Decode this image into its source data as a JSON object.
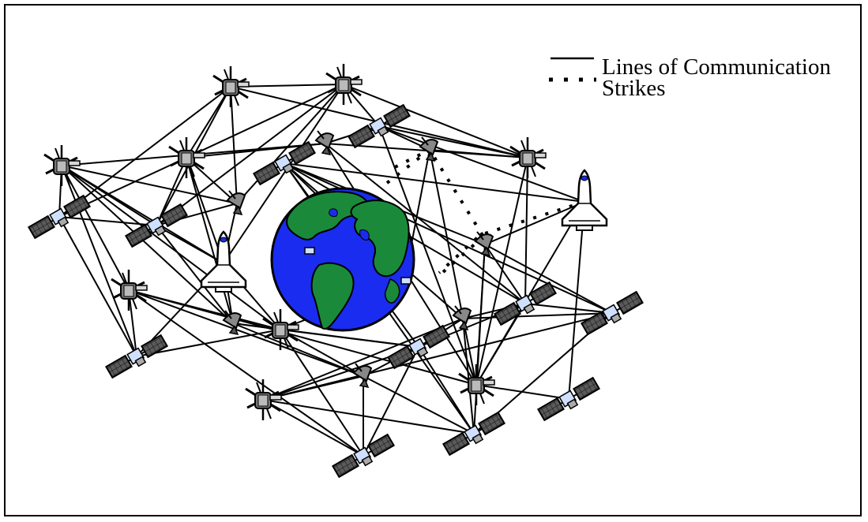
{
  "legend": {
    "communication_label": "Lines of Communication",
    "strikes_label": "Strikes"
  },
  "colors": {
    "ocean": "#1a2cf0",
    "land": "#1a8a3a",
    "line": "#000000",
    "panel": "#6a6a6a",
    "hull": "#cfe0ff"
  },
  "nodes": [
    {
      "id": "s1",
      "kind": "cluster-satellite"
    },
    {
      "id": "s2",
      "kind": "cluster-satellite"
    },
    {
      "id": "s3",
      "kind": "cluster-satellite"
    },
    {
      "id": "s4",
      "kind": "cluster-satellite"
    },
    {
      "id": "s5",
      "kind": "cluster-satellite"
    },
    {
      "id": "s6",
      "kind": "cluster-satellite"
    },
    {
      "id": "s7",
      "kind": "cluster-satellite"
    },
    {
      "id": "s8",
      "kind": "cluster-satellite"
    },
    {
      "id": "s9",
      "kind": "cluster-satellite"
    },
    {
      "id": "p1",
      "kind": "panel-satellite"
    },
    {
      "id": "p2",
      "kind": "panel-satellite"
    },
    {
      "id": "p3",
      "kind": "panel-satellite"
    },
    {
      "id": "p4",
      "kind": "panel-satellite"
    },
    {
      "id": "p5",
      "kind": "panel-satellite"
    },
    {
      "id": "p6",
      "kind": "panel-satellite"
    },
    {
      "id": "p7",
      "kind": "panel-satellite"
    },
    {
      "id": "p8",
      "kind": "panel-satellite"
    },
    {
      "id": "p9",
      "kind": "panel-satellite"
    },
    {
      "id": "p10",
      "kind": "panel-satellite"
    },
    {
      "id": "p11",
      "kind": "panel-satellite"
    },
    {
      "id": "d1",
      "kind": "dish"
    },
    {
      "id": "d2",
      "kind": "dish"
    },
    {
      "id": "d3",
      "kind": "dish"
    },
    {
      "id": "d4",
      "kind": "dish"
    },
    {
      "id": "d5",
      "kind": "dish"
    },
    {
      "id": "d6",
      "kind": "dish"
    },
    {
      "id": "d7",
      "kind": "dish"
    },
    {
      "id": "sh1",
      "kind": "shuttle"
    },
    {
      "id": "sh2",
      "kind": "shuttle"
    },
    {
      "id": "earth",
      "kind": "earth"
    }
  ],
  "links": [
    [
      "s1",
      "s2"
    ],
    [
      "s1",
      "s3"
    ],
    [
      "s1",
      "p1"
    ],
    [
      "s1",
      "s4"
    ],
    [
      "s1",
      "d1"
    ],
    [
      "s1",
      "p2"
    ],
    [
      "s2",
      "s3"
    ],
    [
      "s2",
      "s4"
    ],
    [
      "s2",
      "d1"
    ],
    [
      "s2",
      "p3"
    ],
    [
      "s2",
      "p2"
    ],
    [
      "s2",
      "sh1"
    ],
    [
      "s3",
      "p3"
    ],
    [
      "s3",
      "d2"
    ],
    [
      "s3",
      "s5"
    ],
    [
      "s3",
      "d3"
    ],
    [
      "s3",
      "p4"
    ],
    [
      "p3",
      "d2"
    ],
    [
      "p3",
      "s5"
    ],
    [
      "p3",
      "d3"
    ],
    [
      "p3",
      "sh2"
    ],
    [
      "d2",
      "s5"
    ],
    [
      "d2",
      "s4"
    ],
    [
      "d2",
      "p4"
    ],
    [
      "d2",
      "s6"
    ],
    [
      "s5",
      "sh2"
    ],
    [
      "s5",
      "d3"
    ],
    [
      "s5",
      "p5"
    ],
    [
      "s5",
      "s8"
    ],
    [
      "s5",
      "d4"
    ],
    [
      "sh2",
      "p5"
    ],
    [
      "sh2",
      "p10"
    ],
    [
      "sh2",
      "d4"
    ],
    [
      "s4",
      "p1"
    ],
    [
      "s4",
      "d1"
    ],
    [
      "s4",
      "p2"
    ],
    [
      "s4",
      "sh1"
    ],
    [
      "s4",
      "d5"
    ],
    [
      "p1",
      "p2"
    ],
    [
      "p1",
      "s6"
    ],
    [
      "p1",
      "p6"
    ],
    [
      "d1",
      "p2"
    ],
    [
      "d1",
      "s6"
    ],
    [
      "d1",
      "sh1"
    ],
    [
      "p2",
      "s6"
    ],
    [
      "p2",
      "sh1"
    ],
    [
      "p2",
      "d5"
    ],
    [
      "s6",
      "p6"
    ],
    [
      "s6",
      "sh1"
    ],
    [
      "s6",
      "d5"
    ],
    [
      "s6",
      "s7"
    ],
    [
      "s6",
      "s8"
    ],
    [
      "sh1",
      "d5"
    ],
    [
      "sh1",
      "s7"
    ],
    [
      "sh1",
      "p6"
    ],
    [
      "d5",
      "s7"
    ],
    [
      "d5",
      "d6"
    ],
    [
      "d5",
      "p7"
    ],
    [
      "p6",
      "s8"
    ],
    [
      "p6",
      "s7"
    ],
    [
      "s7",
      "s8"
    ],
    [
      "s7",
      "d6"
    ],
    [
      "s7",
      "p7"
    ],
    [
      "s7",
      "p8"
    ],
    [
      "s7",
      "earth"
    ],
    [
      "s8",
      "p8"
    ],
    [
      "s8",
      "d6"
    ],
    [
      "p8",
      "d6"
    ],
    [
      "p8",
      "s9"
    ],
    [
      "p8",
      "p7"
    ],
    [
      "d6",
      "p9"
    ],
    [
      "d6",
      "p7"
    ],
    [
      "d6",
      "s9"
    ],
    [
      "p7",
      "p9"
    ],
    [
      "p7",
      "d7"
    ],
    [
      "p7",
      "s9"
    ],
    [
      "p7",
      "p4"
    ],
    [
      "p7",
      "p10"
    ],
    [
      "p9",
      "s9"
    ],
    [
      "p9",
      "p11"
    ],
    [
      "p9",
      "d7"
    ],
    [
      "p9",
      "p10"
    ],
    [
      "s9",
      "p11"
    ],
    [
      "s9",
      "d7"
    ],
    [
      "d7",
      "p11"
    ],
    [
      "d7",
      "p10"
    ],
    [
      "d7",
      "p4"
    ],
    [
      "p4",
      "p10"
    ],
    [
      "p4",
      "d4"
    ],
    [
      "p4",
      "s5"
    ],
    [
      "p4",
      "p11"
    ],
    [
      "p10",
      "p11"
    ],
    [
      "p10",
      "d4"
    ],
    [
      "d4",
      "p11"
    ],
    [
      "d4",
      "p9"
    ],
    [
      "earth",
      "p10"
    ],
    [
      "earth",
      "d3"
    ]
  ],
  "strikes": [
    [
      "d4",
      "s6"
    ],
    [
      "sh2",
      "earth"
    ],
    [
      "d4",
      "d3"
    ]
  ]
}
